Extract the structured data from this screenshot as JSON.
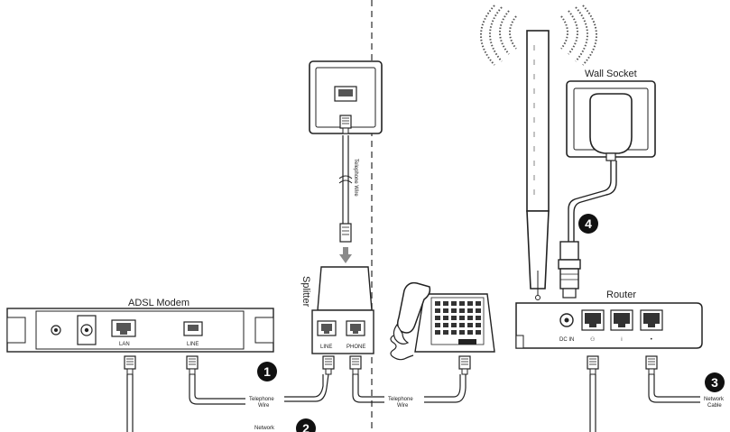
{
  "labels": {
    "adsl_modem": "ADSL Modem",
    "lan_port": "LAN",
    "line_port": "LINE",
    "splitter": "Splitter",
    "splitter_line": "LINE",
    "splitter_phone": "PHONE",
    "wall_socket": "Wall Socket",
    "router": "Router",
    "dc_in": "DC IN",
    "telephone_wire_vertical": "Telephone Wire",
    "telephone_wire_1a": "Telephone",
    "telephone_wire_1b": "Wire",
    "telephone_wire_2a": "Telephone",
    "telephone_wire_2b": "Wire",
    "network_cable_a": "Network",
    "network_cable_b": "Cable",
    "network_partial": "Network"
  },
  "steps": [
    "1",
    "2",
    "3",
    "4"
  ],
  "colors": {
    "ink": "#222222",
    "arrow": "#8a8a8a",
    "wifi": "#555555"
  }
}
